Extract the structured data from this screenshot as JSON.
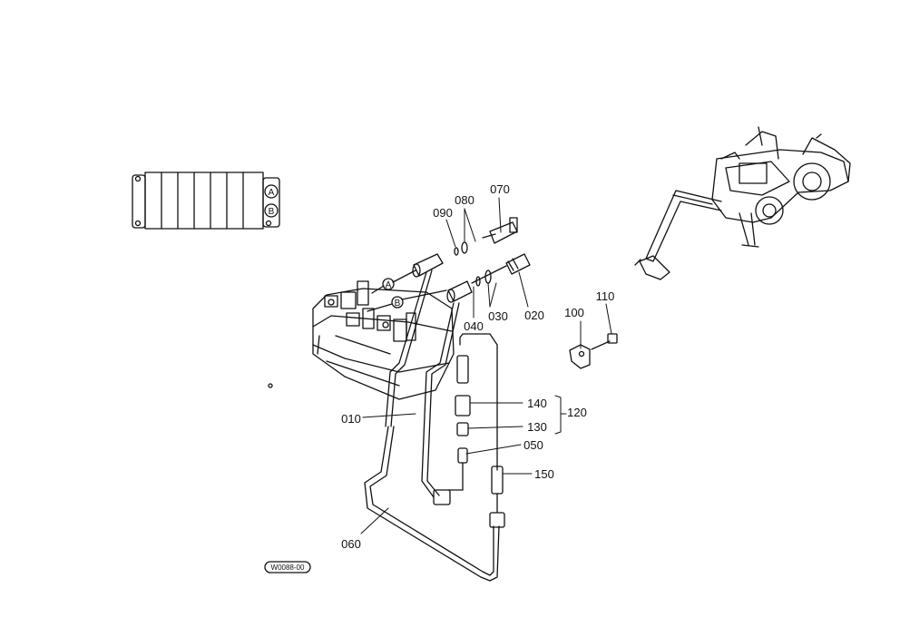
{
  "connection_markers": [
    "A",
    "B"
  ],
  "part_labels": {
    "p010": "010",
    "p020": "020",
    "p030": "030",
    "p040": "040",
    "p050": "050",
    "p060": "060",
    "p070": "070",
    "p080": "080",
    "p090": "090",
    "p100": "100",
    "p110": "110",
    "p120": "120",
    "p130": "130",
    "p140": "140",
    "p150": "150"
  },
  "drawing_code": "W0088-00",
  "colors": {
    "ink": "#111111",
    "background": "#ffffff"
  }
}
